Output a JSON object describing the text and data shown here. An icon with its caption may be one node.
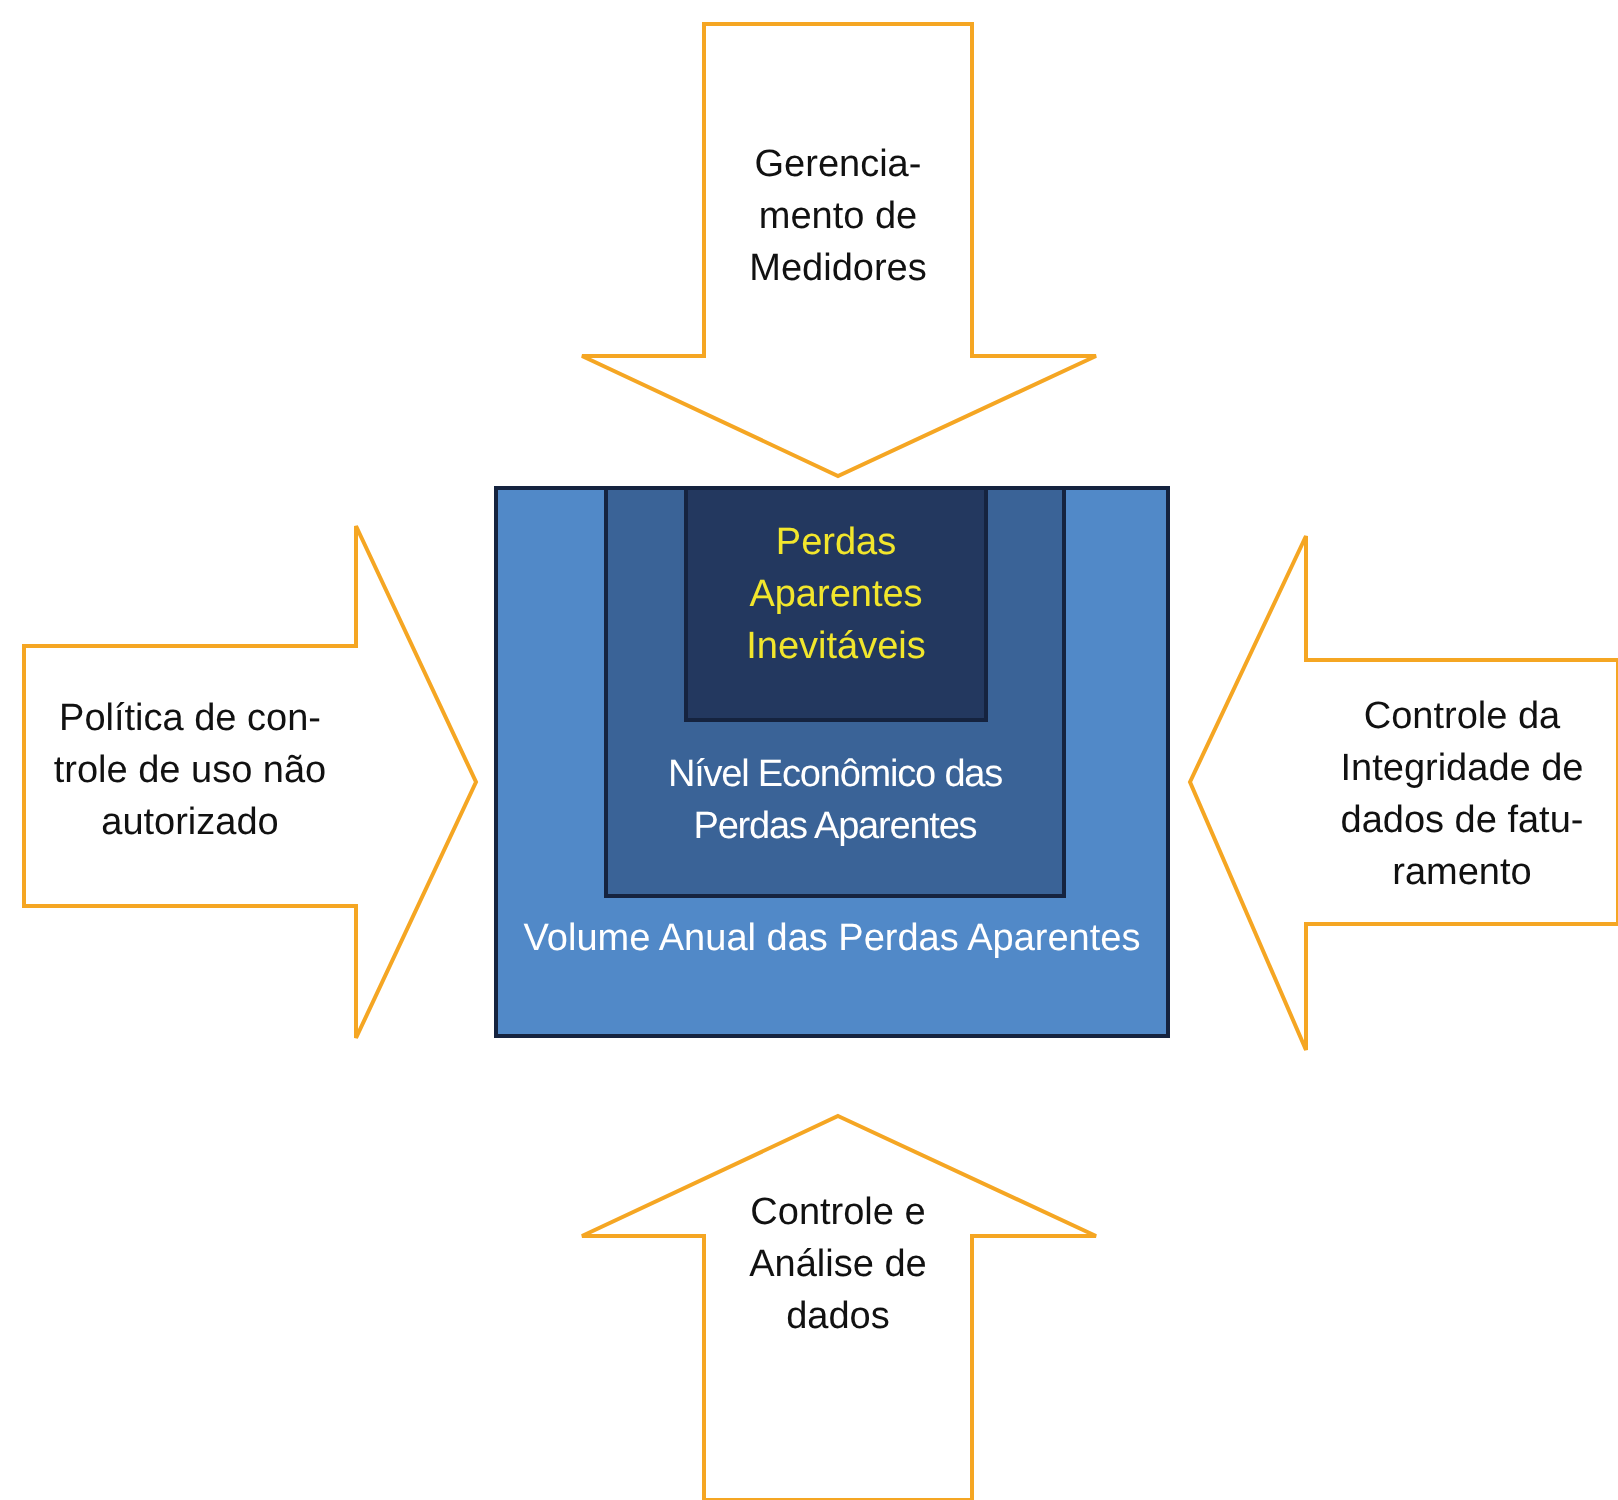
{
  "diagram": {
    "nodes": [
      {
        "text": [
          "Gerencia- mento de Medidores"
        ]
      },
      {
        "text": [
          "Política de con- trole de uso não autorizado"
        ]
      },
      {
        "text": [
          "Volume Anual das Perdas Aparentes"
        ]
      },
      {
        "text": [
          "Nível Econômico das Perdas Aparentes"
        ],
        "in": 2
      },
      {
        "text": [
          "Perdas Aparentes Inevitáveis"
        ],
        "in": 3
      },
      {
        "text": [
          "Controle da Integridade de dados de fatu- ramento"
        ]
      },
      {
        "text": [
          "Controle e Análise de dados"
        ]
      }
    ]
  }
}
